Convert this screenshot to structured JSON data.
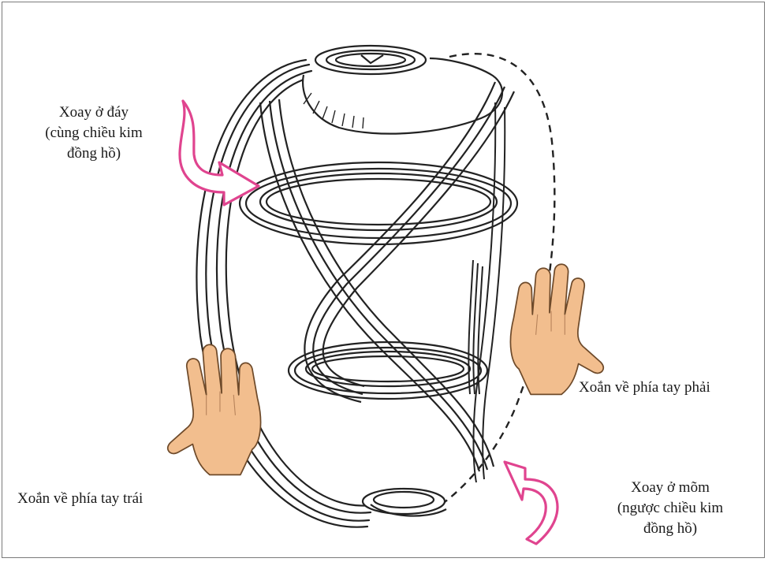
{
  "labels": {
    "top_rotation": {
      "line1": "Xoay ở đáy",
      "line2": "(cùng chiều kim",
      "line3": "đồng hồ)"
    },
    "right_twist": "Xoắn về phía tay phải",
    "left_twist": "Xoắn về phía tay trái",
    "bottom_rotation": {
      "line1": "Xoay ở mõm",
      "line2": "(ngược chiều kim",
      "line3": "đồng hồ)"
    }
  },
  "colors": {
    "arrow": "#e0448f",
    "hand_fill": "#f2be8e",
    "hand_stroke": "#6e4a2a",
    "band_stroke": "#222222",
    "frame": "#7a7a7a"
  }
}
